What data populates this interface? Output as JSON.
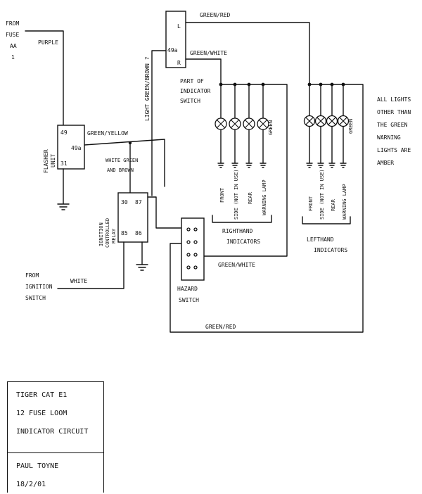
{
  "source_labels": {
    "fuse": [
      "FROM",
      "FUSE",
      "AA",
      "1"
    ],
    "ignition": [
      "FROM",
      "IGNITION",
      "SWITCH"
    ]
  },
  "wire_labels": {
    "purple": "PURPLE",
    "green_yellow": "GREEN/YELLOW",
    "light_green_brown": "LIGHT GREEN/BROWN ?",
    "green_red_top": "GREEN/RED",
    "green_white_top": "GREEN/WHITE",
    "white": "WHITE",
    "green_white_mid": "GREEN/WHITE",
    "green_red_bottom": "GREEN/RED",
    "white_green_brown": [
      "WHITE GREEN",
      "AND BROWN"
    ],
    "green_lamp": "GREEN"
  },
  "flasher": {
    "side_label": [
      "FLASHER",
      "UNIT"
    ],
    "terminals": [
      "49",
      "49a",
      "31"
    ]
  },
  "relay": {
    "side_label": [
      "IGNITION",
      "CONTROLLED",
      "RELAY"
    ],
    "terminals": [
      "30",
      "87",
      "85",
      "86"
    ]
  },
  "indicator_switch": {
    "terminals": [
      "L",
      "49a",
      "R"
    ],
    "caption": [
      "PART OF",
      "INDICATOR",
      "SWITCH"
    ]
  },
  "hazard": {
    "caption": [
      "HAZARD",
      "SWITCH"
    ]
  },
  "right_group": {
    "lamp_labels": [
      "FRONT",
      "SIDE (NOT IN USE)",
      "REAR",
      "WARNING LAMP"
    ],
    "caption": [
      "RIGHTHAND",
      "INDICATORS"
    ]
  },
  "left_group": {
    "lamp_labels": [
      "FRONT",
      "SIDE (NOT IN USE)",
      "REAR",
      "WARNING LAMP"
    ],
    "caption": [
      "LEFTHAND",
      "INDICATORS"
    ]
  },
  "note": [
    "ALL LIGHTS",
    "OTHER THAN",
    "THE GREEN",
    "WARNING",
    "LIGHTS ARE",
    "AMBER"
  ],
  "title_block": {
    "lines": [
      "TIGER CAT E1",
      "12 FUSE LOOM",
      "INDICATOR CIRCUIT"
    ],
    "author": "PAUL TOYNE",
    "date": "18/2/01"
  }
}
